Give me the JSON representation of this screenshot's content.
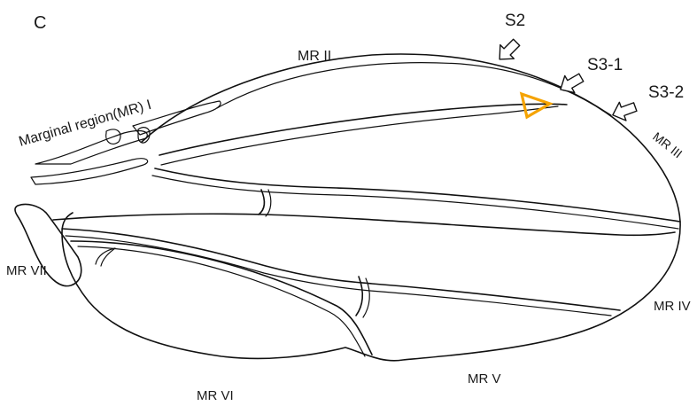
{
  "panel_letter": "C",
  "labels": {
    "mr_i": "Marginal region(MR) I",
    "mr_ii": "MR II",
    "mr_iii": "MR III",
    "mr_iv": "MR IV",
    "mr_v": "MR V",
    "mr_vi": "MR VI",
    "mr_vii": "MR VII"
  },
  "sensilla": {
    "s2": "S2",
    "s3_1": "S3-1",
    "s3_2": "S3-2"
  },
  "colors": {
    "marker": "#f5a300",
    "line": "#111111",
    "text": "#1a1a1a"
  },
  "icons": {
    "arrow": "hollow-arrow-icon",
    "marker": "triangle-marker-icon"
  }
}
